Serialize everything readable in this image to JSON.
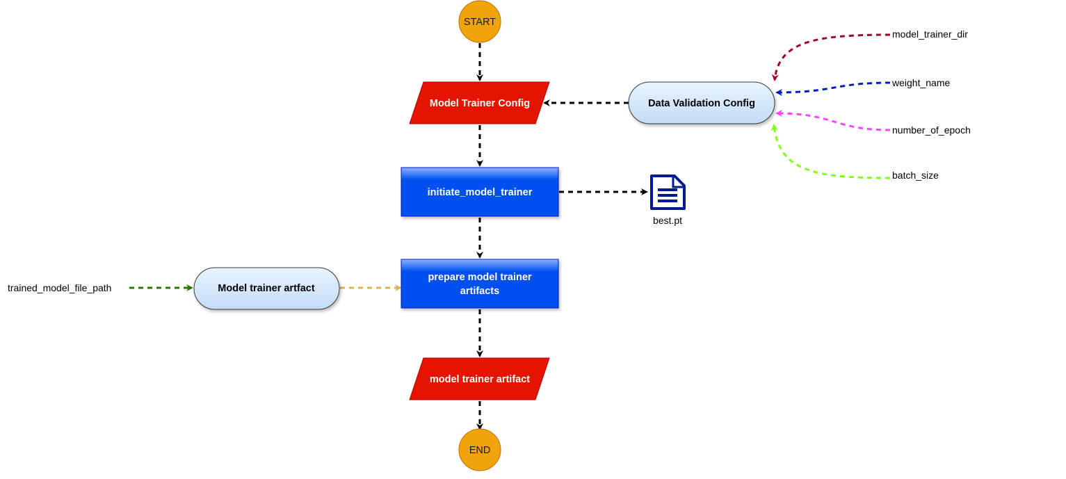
{
  "diagram": {
    "nodes": {
      "start": {
        "label": "START",
        "color": "#f0a30a"
      },
      "model_trainer_config": {
        "label": "Model Trainer Config",
        "color": "#e51400"
      },
      "data_validation_config": {
        "label": "Data Validation Config",
        "color": "#cce5ff"
      },
      "initiate_model_trainer": {
        "label": "initiate_model_trainer",
        "color": "#0050ef"
      },
      "best_pt": {
        "label": "best.pt",
        "icon": "document-icon",
        "color": "#001b8f"
      },
      "prepare_artifacts": {
        "line1": "prepare model trainer",
        "line2": "artifacts",
        "color": "#0050ef"
      },
      "model_trainer_artfact": {
        "label": "Model trainer artfact",
        "color": "#cce5ff"
      },
      "model_trainer_artifact_out": {
        "label": "model trainer artifact",
        "color": "#e51400"
      },
      "end": {
        "label": "END",
        "color": "#f0a30a"
      }
    },
    "inputs": {
      "model_trainer_dir": {
        "label": "model_trainer_dir",
        "color": "#a20025"
      },
      "weight_name": {
        "label": "weight_name",
        "color": "#001dbc"
      },
      "number_of_epoch": {
        "label": "number_of_epoch",
        "color": "#ff44ff"
      },
      "batch_size": {
        "label": "batch_size",
        "color": "#80ff1a"
      },
      "trained_model_file_path": {
        "label": "trained_model_file_path",
        "color": "#2d7600"
      }
    },
    "edge_colors": {
      "flow": "#000000",
      "artifact_link": "#d6b656"
    }
  }
}
